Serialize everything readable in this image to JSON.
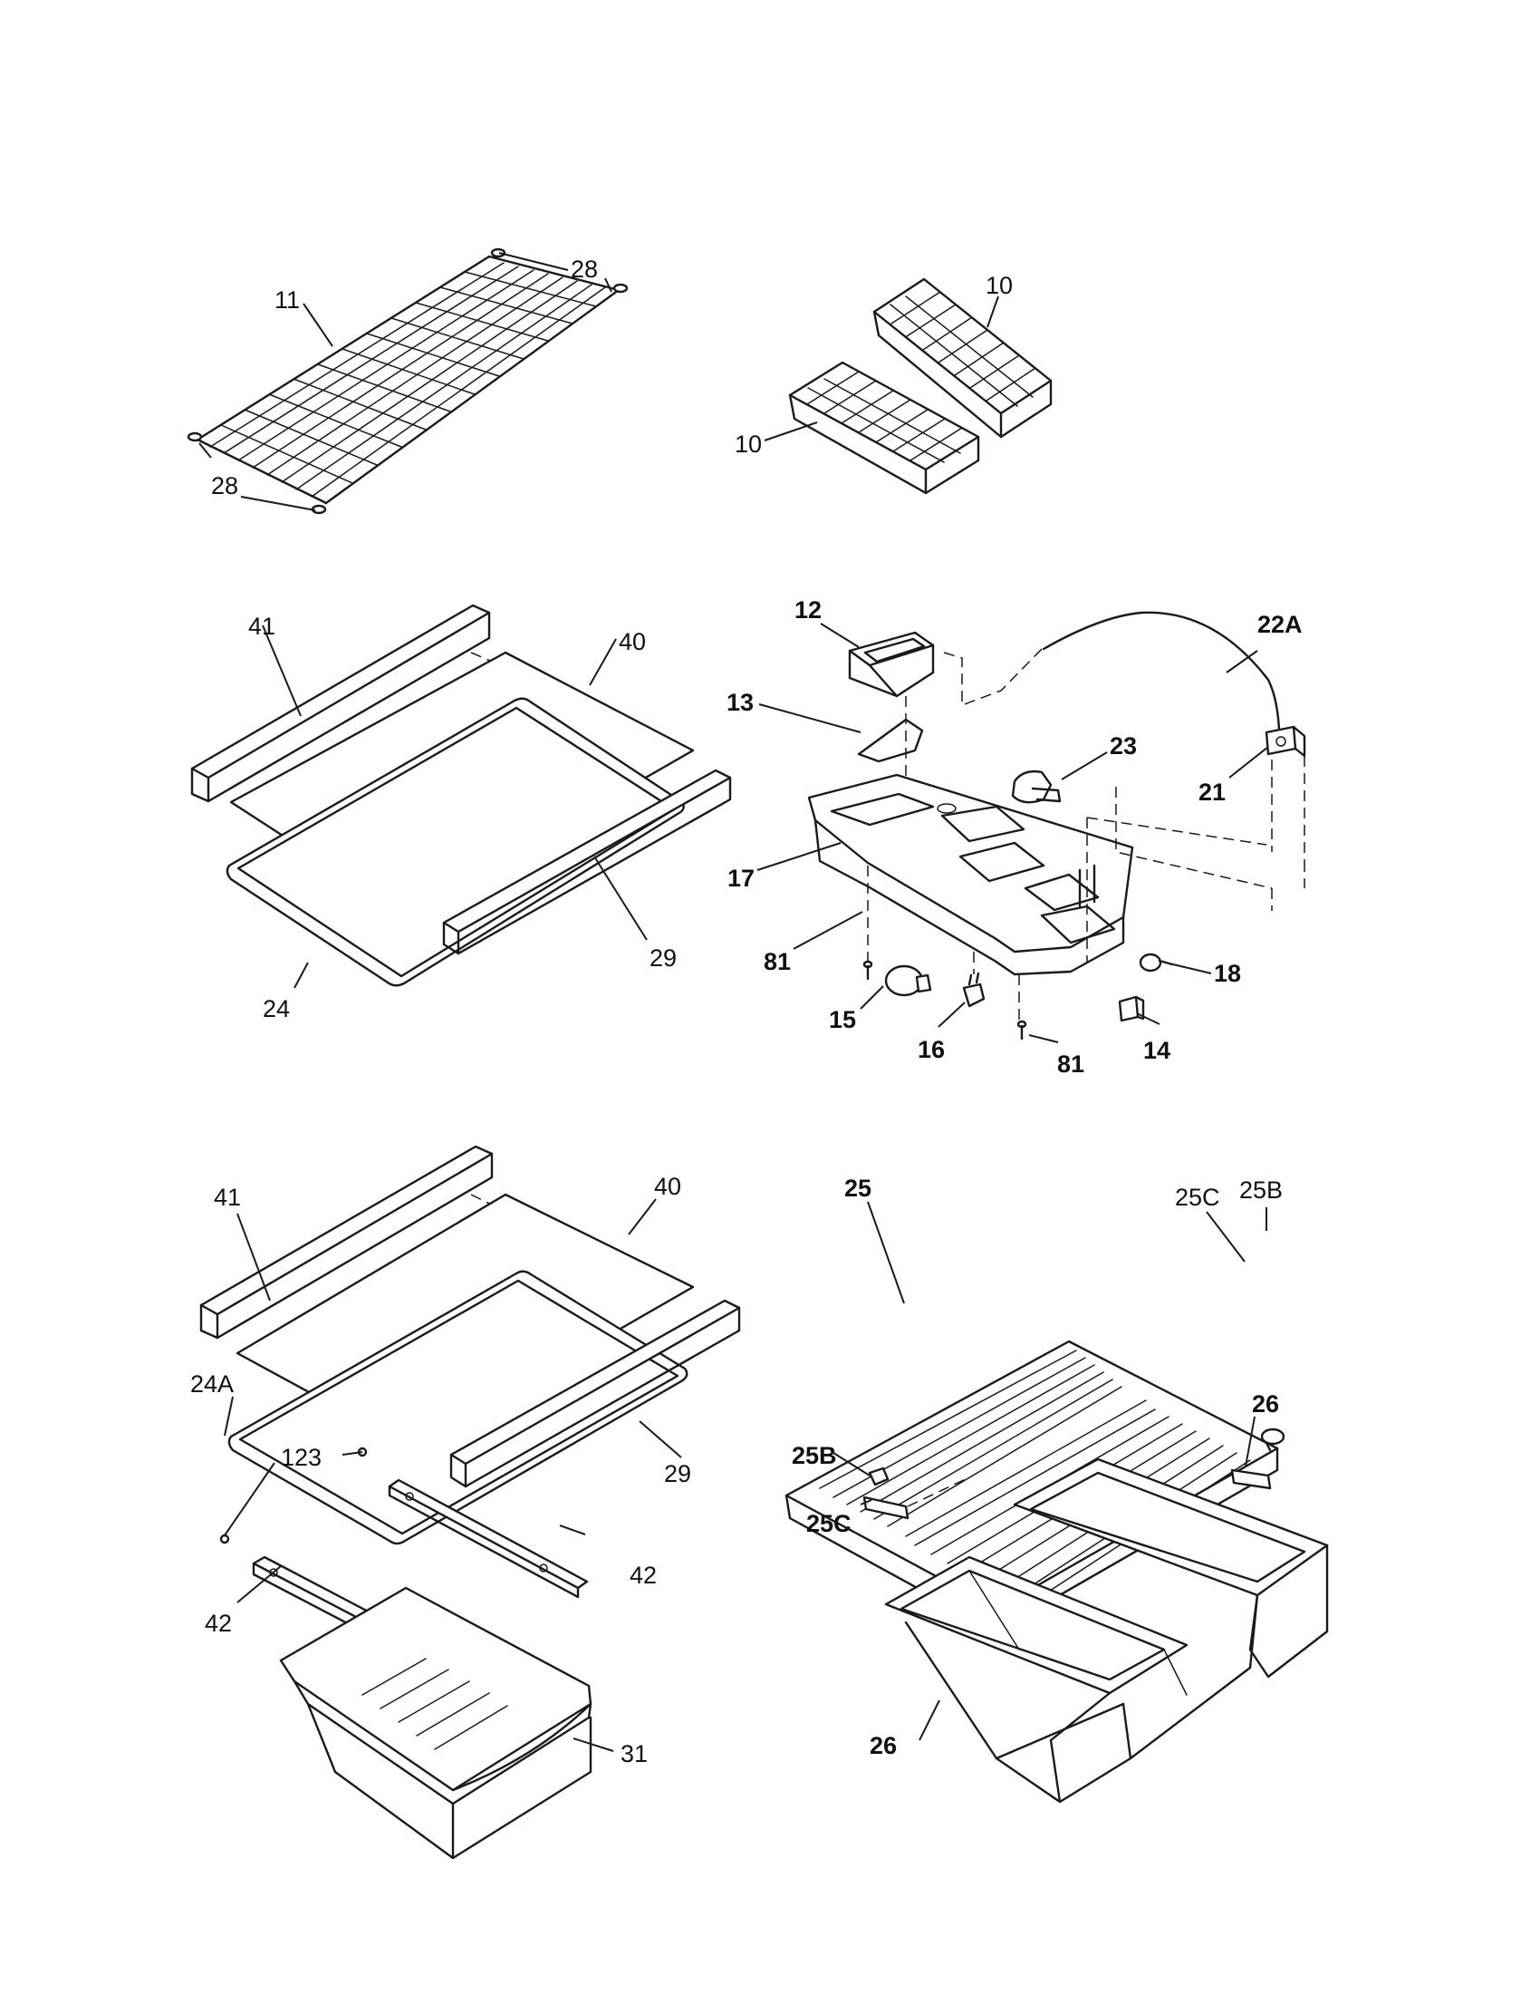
{
  "part_labels": {
    "p28_tr": "28",
    "p11": "11",
    "p28_bl": "28",
    "p10_a": "10",
    "p10_b": "10",
    "p41_a": "41",
    "p40_a": "40",
    "p29_a": "29",
    "p24": "24",
    "p12": "12",
    "p22A": "22A",
    "p13": "13",
    "p23": "23",
    "p21": "21",
    "p17": "17",
    "p81_a": "81",
    "p15": "15",
    "p16": "16",
    "p81_b": "81",
    "p14": "14",
    "p18": "18",
    "p41_b": "41",
    "p40_b": "40",
    "p24A": "24A",
    "p123": "123",
    "p29_b": "29",
    "p42_a": "42",
    "p42_b": "42",
    "p31": "31",
    "p25": "25",
    "p25C_a": "25C",
    "p25B_a": "25B",
    "p25B_b": "25B",
    "p25C_b": "25C",
    "p26_a": "26",
    "p26_b": "26"
  }
}
